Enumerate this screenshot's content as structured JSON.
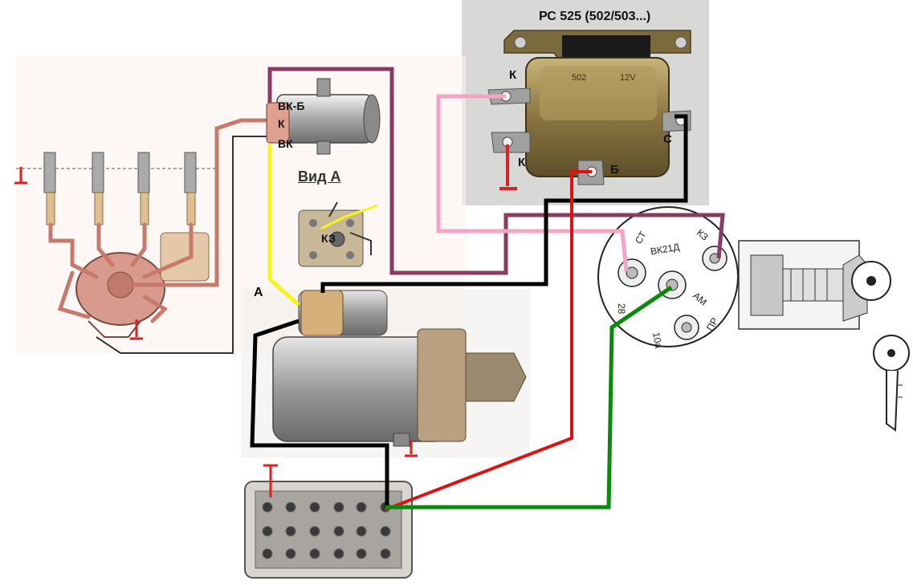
{
  "relay": {
    "title": "РС 525 (502/503...)",
    "pin_k_top": "К",
    "pin_k_bottom": "К",
    "pin_b": "Б",
    "pin_s": "С",
    "body_text_1": "502",
    "body_text_2": "12V"
  },
  "coil": {
    "pin_vkb": "ВК-Б",
    "pin_k": "К",
    "pin_vk": "ВК"
  },
  "view_a": {
    "title": "Вид А",
    "terminal": "КЗ"
  },
  "starter": {
    "label": "А"
  },
  "ignition_switch": {
    "center": "ВК21Д",
    "st": "СТ",
    "kz": "КЗ",
    "am": "АМ",
    "pr": "ПР",
    "v28": "28",
    "v10": "10а"
  },
  "wire_colors": {
    "purple": "#8b3a62",
    "pink": "#f4a4c4",
    "black": "#000000",
    "red": "#e01010",
    "green": "#0a8a0a",
    "yellow": "#f5f51e",
    "ground": "#e02020"
  }
}
